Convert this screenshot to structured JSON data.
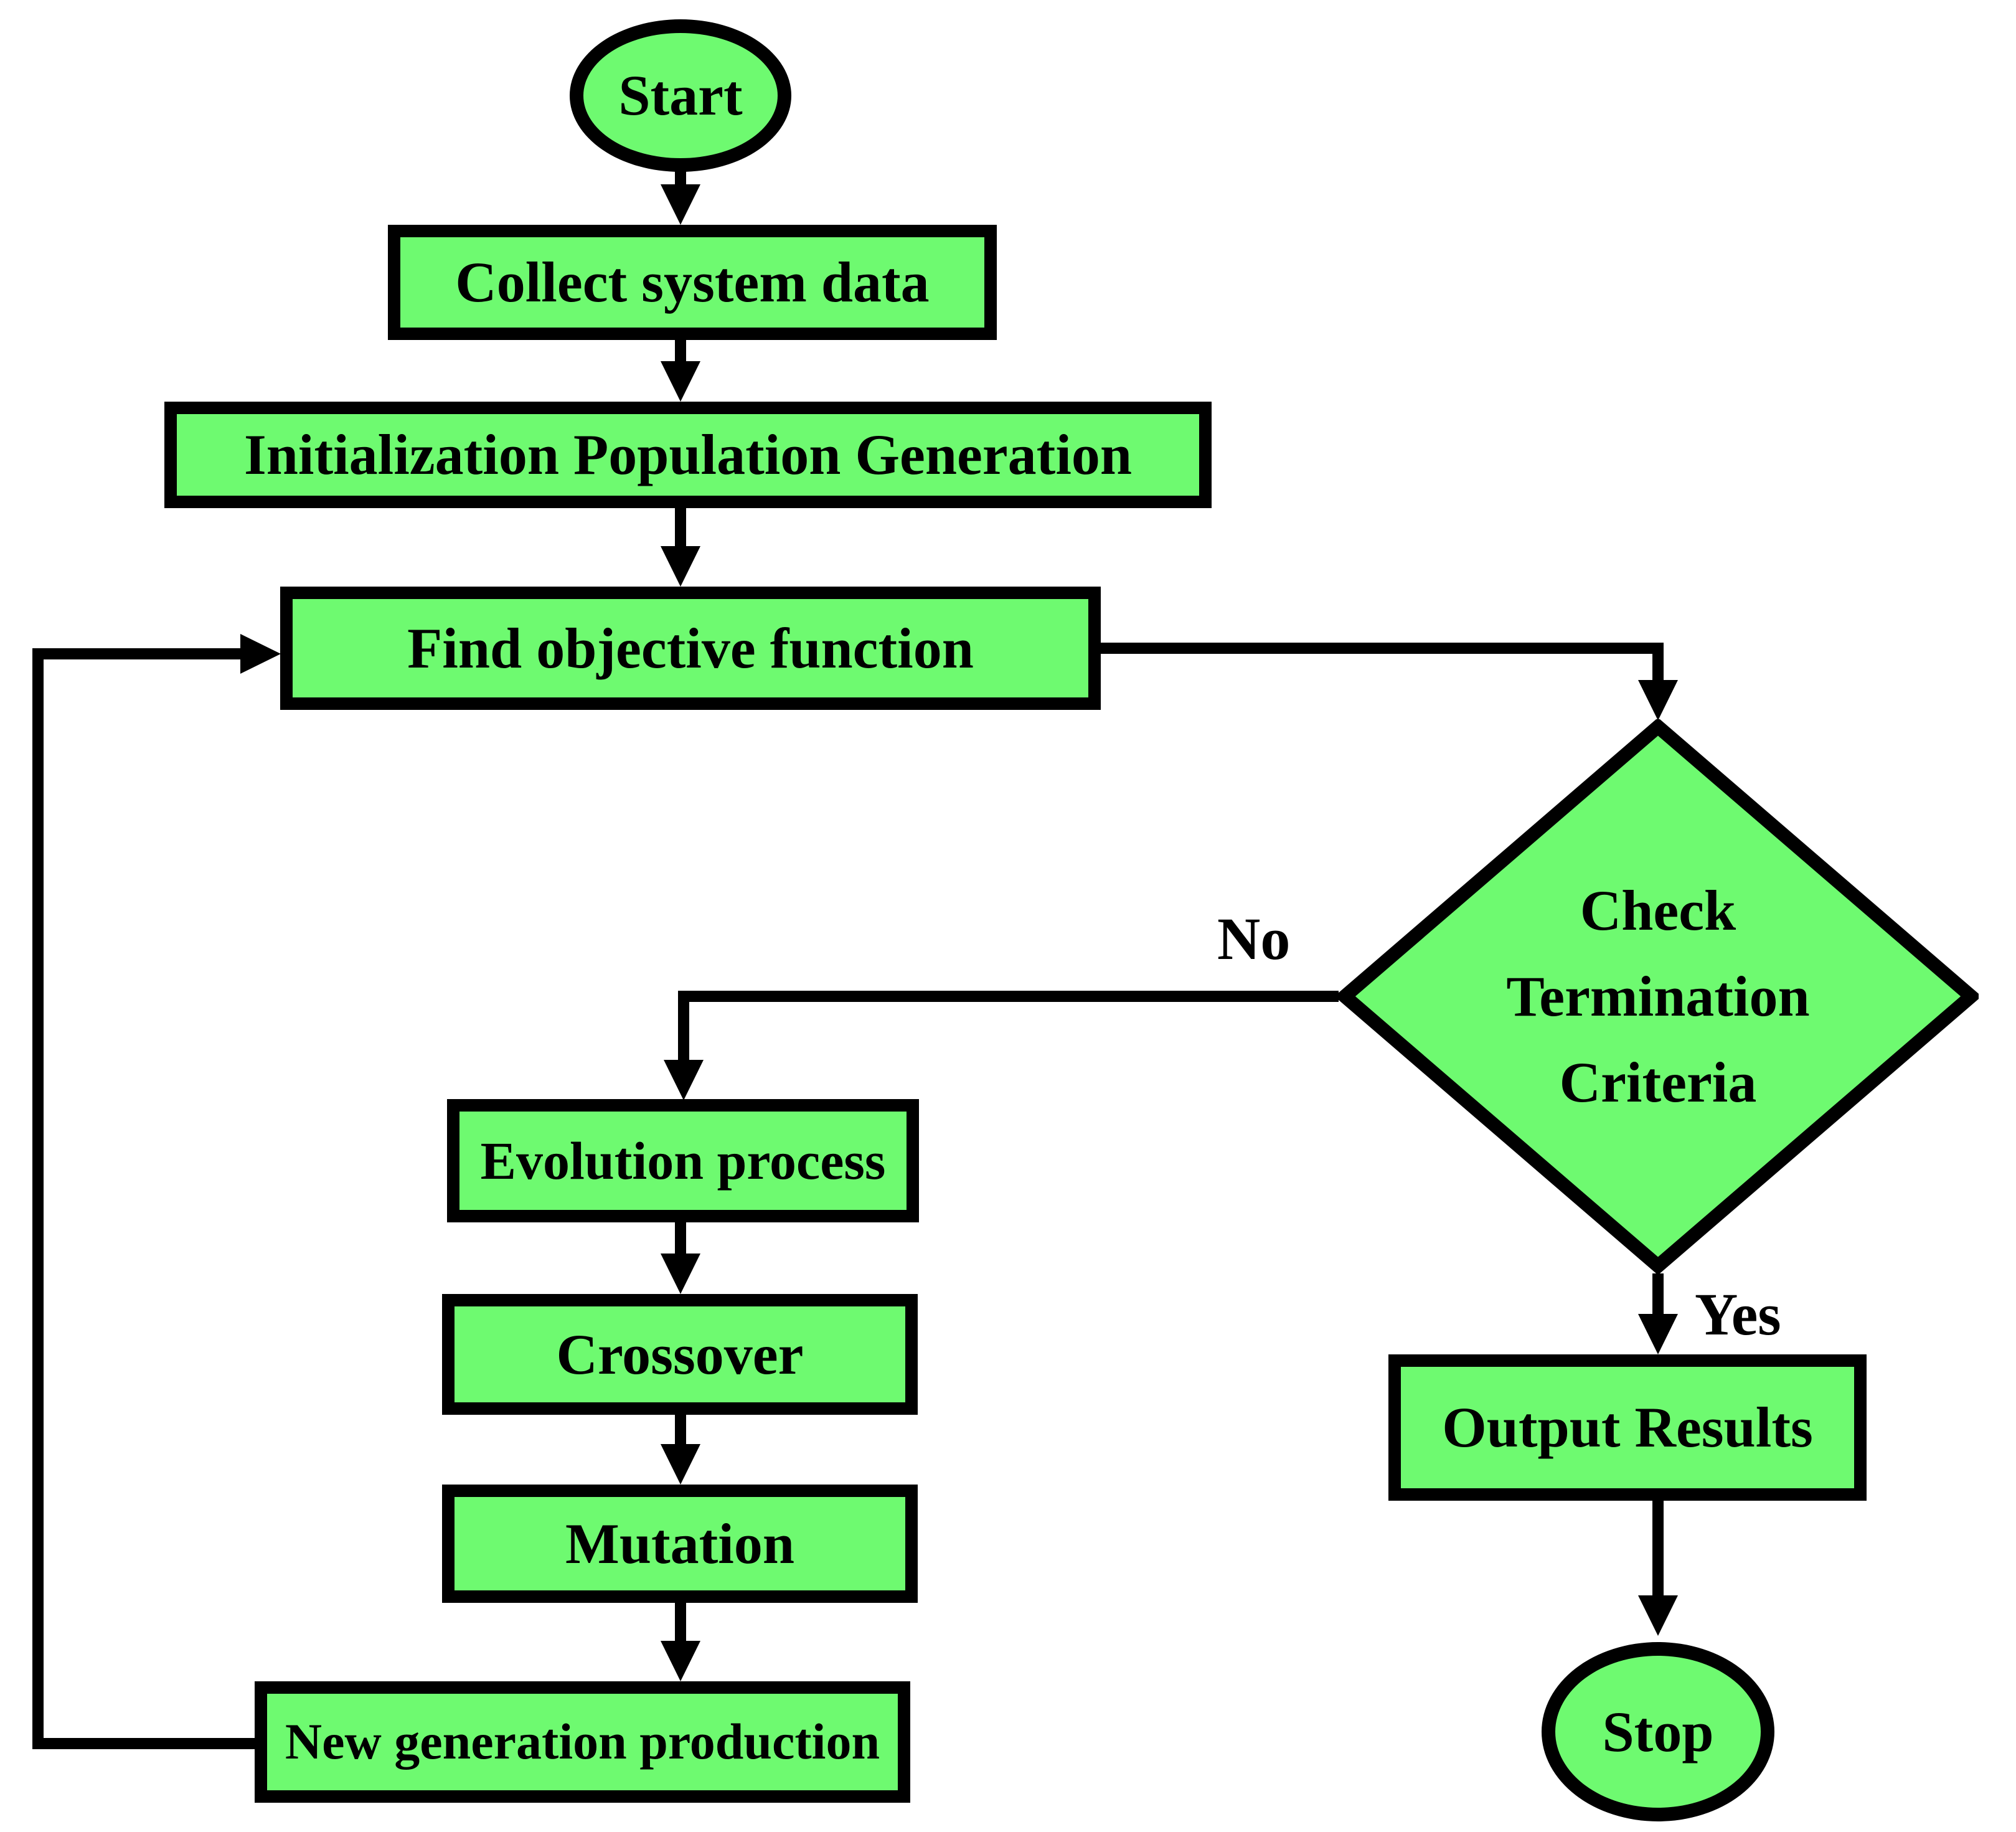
{
  "flowchart": {
    "nodes": {
      "start": {
        "label": "Start",
        "shape": "terminator"
      },
      "collect": {
        "label": "Collect system data",
        "shape": "process"
      },
      "init": {
        "label": "Initialization Population Generation",
        "shape": "process"
      },
      "find": {
        "label": "Find objective function",
        "shape": "process"
      },
      "decision": {
        "line1": "Check",
        "line2": "Termination",
        "line3": "Criteria",
        "shape": "decision"
      },
      "evolution": {
        "label": "Evolution process",
        "shape": "process"
      },
      "crossover": {
        "label": "Crossover",
        "shape": "process"
      },
      "mutation": {
        "label": "Mutation",
        "shape": "process"
      },
      "newgen": {
        "label": "New generation production",
        "shape": "process"
      },
      "output": {
        "label": "Output Results",
        "shape": "process"
      },
      "stop": {
        "label": "Stop",
        "shape": "terminator"
      }
    },
    "edge_labels": {
      "no": "No",
      "yes": "Yes"
    },
    "colors": {
      "node_fill": "#6efa70",
      "node_border": "#000000",
      "connector": "#000000",
      "text": "#000000",
      "background": "#ffffff"
    }
  }
}
